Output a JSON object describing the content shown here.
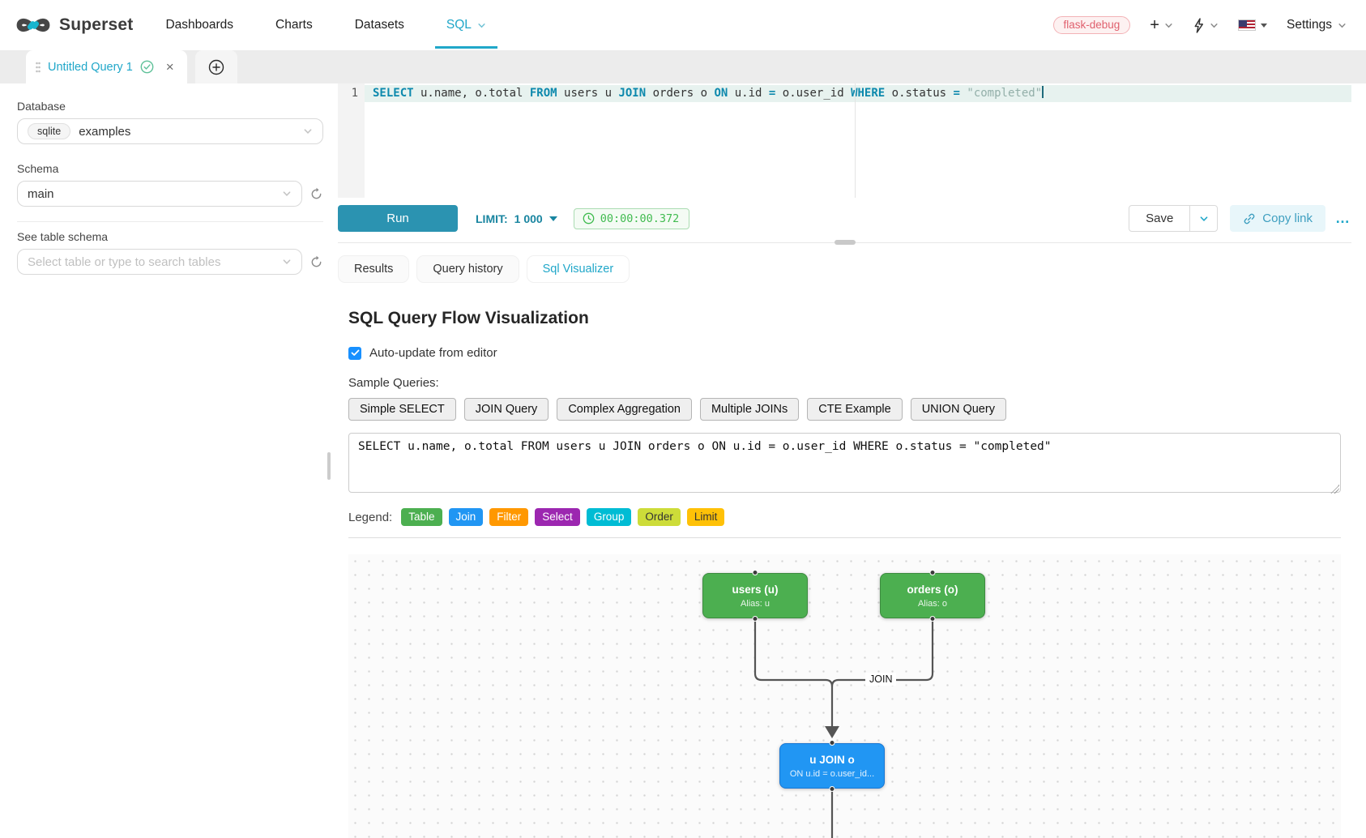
{
  "topnav": {
    "brand": "Superset",
    "items": [
      {
        "label": "Dashboards",
        "active": false,
        "caret": false
      },
      {
        "label": "Charts",
        "active": false,
        "caret": false
      },
      {
        "label": "Datasets",
        "active": false,
        "caret": false
      },
      {
        "label": "SQL",
        "active": true,
        "caret": true
      }
    ],
    "env_badge": "flask-debug",
    "settings_label": "Settings"
  },
  "editor_tabs": {
    "active_tab": "Untitled Query 1"
  },
  "sidebar": {
    "database_label": "Database",
    "database_engine": "sqlite",
    "database_name": "examples",
    "schema_label": "Schema",
    "schema_value": "main",
    "table_label": "See table schema",
    "table_placeholder": "Select table or type to search tables"
  },
  "editor": {
    "line_number": "1",
    "tokens": [
      {
        "t": "SELECT",
        "c": "kw"
      },
      {
        "t": " u.name, o.total ",
        "c": "plain"
      },
      {
        "t": "FROM",
        "c": "kw"
      },
      {
        "t": " users u ",
        "c": "plain"
      },
      {
        "t": "JOIN",
        "c": "kw"
      },
      {
        "t": " orders o ",
        "c": "plain"
      },
      {
        "t": "ON",
        "c": "kw"
      },
      {
        "t": " u.id ",
        "c": "plain"
      },
      {
        "t": "=",
        "c": "kw"
      },
      {
        "t": " o.user_id ",
        "c": "plain"
      },
      {
        "t": "WHERE",
        "c": "kw"
      },
      {
        "t": " o.status ",
        "c": "plain"
      },
      {
        "t": "=",
        "c": "kw"
      },
      {
        "t": " ",
        "c": "plain"
      },
      {
        "t": "\"completed\"",
        "c": "str"
      }
    ]
  },
  "toolbar": {
    "run_label": "Run",
    "limit_label": "LIMIT:",
    "limit_value": "1 000",
    "timer": "00:00:00.372",
    "save_label": "Save",
    "copy_link_label": "Copy link",
    "more_label": "…"
  },
  "result_tabs": [
    {
      "label": "Results",
      "active": false
    },
    {
      "label": "Query history",
      "active": false
    },
    {
      "label": "Sql Visualizer",
      "active": true
    }
  ],
  "visualizer": {
    "title": "SQL Query Flow Visualization",
    "auto_update_label": "Auto-update from editor",
    "sample_queries_label": "Sample Queries:",
    "sample_buttons": [
      "Simple SELECT",
      "JOIN Query",
      "Complex Aggregation",
      "Multiple JOINs",
      "CTE Example",
      "UNION Query"
    ],
    "query_text": "SELECT u.name, o.total FROM users u JOIN orders o ON u.id = o.user_id WHERE o.status = \"completed\"",
    "legend_label": "Legend:",
    "legend": [
      {
        "label": "Table",
        "color": "#4CAF50",
        "text": "#ffffff"
      },
      {
        "label": "Join",
        "color": "#2196F3",
        "text": "#ffffff"
      },
      {
        "label": "Filter",
        "color": "#FF9800",
        "text": "#ffffff"
      },
      {
        "label": "Select",
        "color": "#9C27B0",
        "text": "#ffffff"
      },
      {
        "label": "Group",
        "color": "#00BCD4",
        "text": "#ffffff"
      },
      {
        "label": "Order",
        "color": "#CDDC39",
        "text": "#333333"
      },
      {
        "label": "Limit",
        "color": "#FFC107",
        "text": "#333333"
      }
    ],
    "diagram": {
      "edge_label": "JOIN",
      "nodes": [
        {
          "id": "users",
          "title": "users (u)",
          "subtitle": "Alias: u",
          "color": "#4CAF50",
          "border": "#3d8b40"
        },
        {
          "id": "orders",
          "title": "orders (o)",
          "subtitle": "Alias: o",
          "color": "#4CAF50",
          "border": "#3d8b40"
        },
        {
          "id": "join",
          "title": "u JOIN o",
          "subtitle": "ON u.id = o.user_id...",
          "color": "#2196F3",
          "border": "#1976D2"
        }
      ]
    }
  },
  "colors": {
    "accent": "#20A7C9",
    "run_button": "#2B93B1",
    "timer_green": "#41bb50"
  }
}
